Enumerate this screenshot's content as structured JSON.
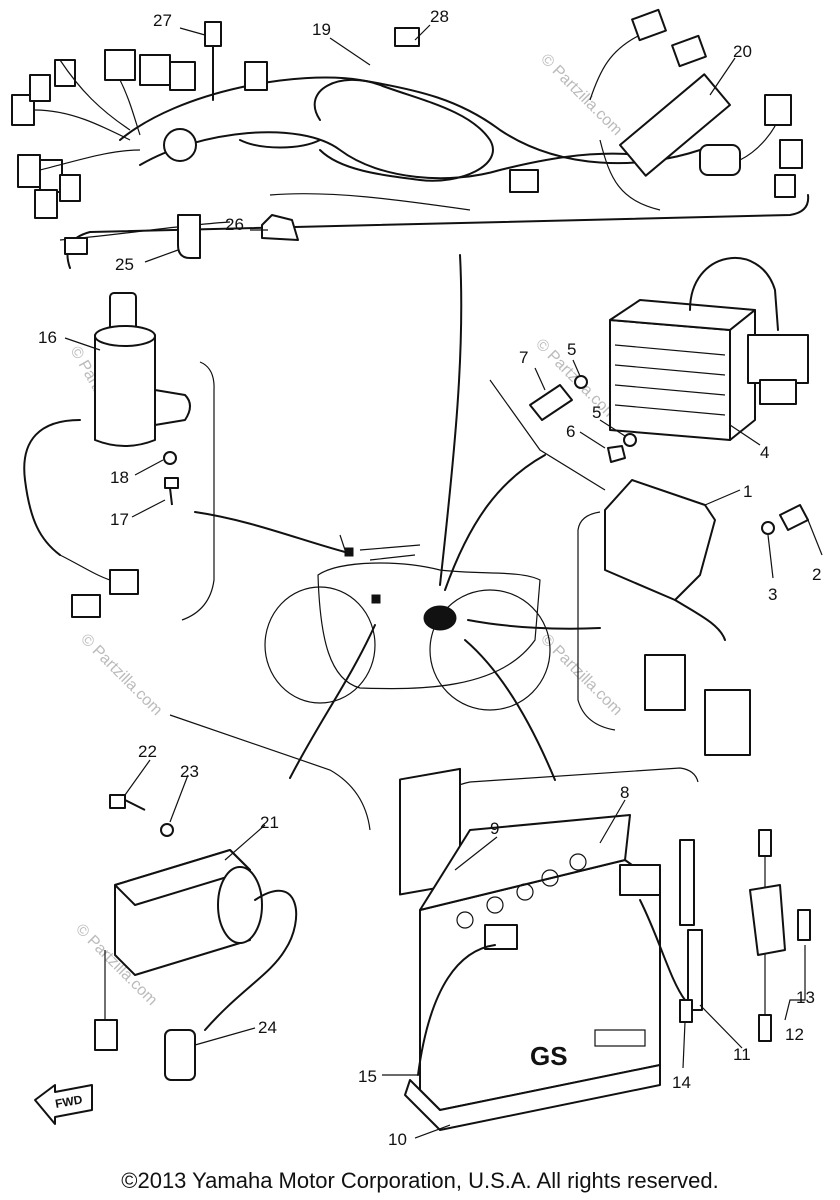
{
  "callouts": {
    "c1": "1",
    "c2": "2",
    "c3": "3",
    "c4": "4",
    "c5a": "5",
    "c5b": "5",
    "c6": "6",
    "c7": "7",
    "c8": "8",
    "c9": "9",
    "c10": "10",
    "c11": "11",
    "c12": "12",
    "c13": "13",
    "c14": "14",
    "c15": "15",
    "c16": "16",
    "c17": "17",
    "c18": "18",
    "c19": "19",
    "c20": "20",
    "c21": "21",
    "c22": "22",
    "c23": "23",
    "c24": "24",
    "c25": "25",
    "c26": "26",
    "c27": "27",
    "c28": "28"
  },
  "battery_mark": "GS",
  "direction_marker": "FWD",
  "watermark": "© Partzilla.com",
  "copyright": "©2013  Yamaha Motor Corporation, U.S.A. All rights reserved."
}
